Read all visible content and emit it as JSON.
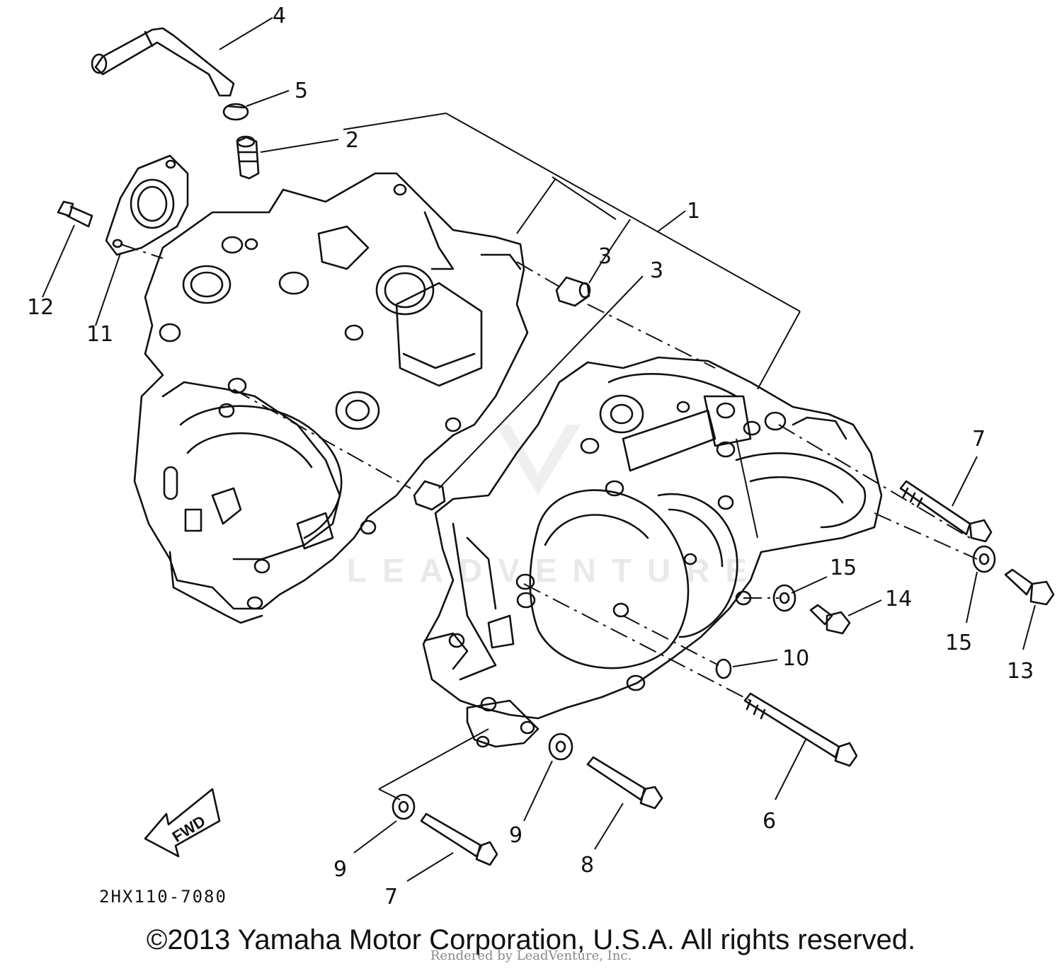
{
  "diagram": {
    "reference_code": "2HX110-7080",
    "direction_marker": "FWD",
    "watermark": "LEADVENTURE",
    "callouts": [
      "1",
      "2",
      "3",
      "3",
      "4",
      "5",
      "6",
      "7",
      "7",
      "8",
      "9",
      "9",
      "10",
      "11",
      "12",
      "13",
      "14",
      "15",
      "15"
    ]
  },
  "footer": {
    "copyright": "©2013 Yamaha Motor Corporation, U.S.A. All rights reserved.",
    "rendered_by": "Rendered by LeadVenture, Inc."
  }
}
